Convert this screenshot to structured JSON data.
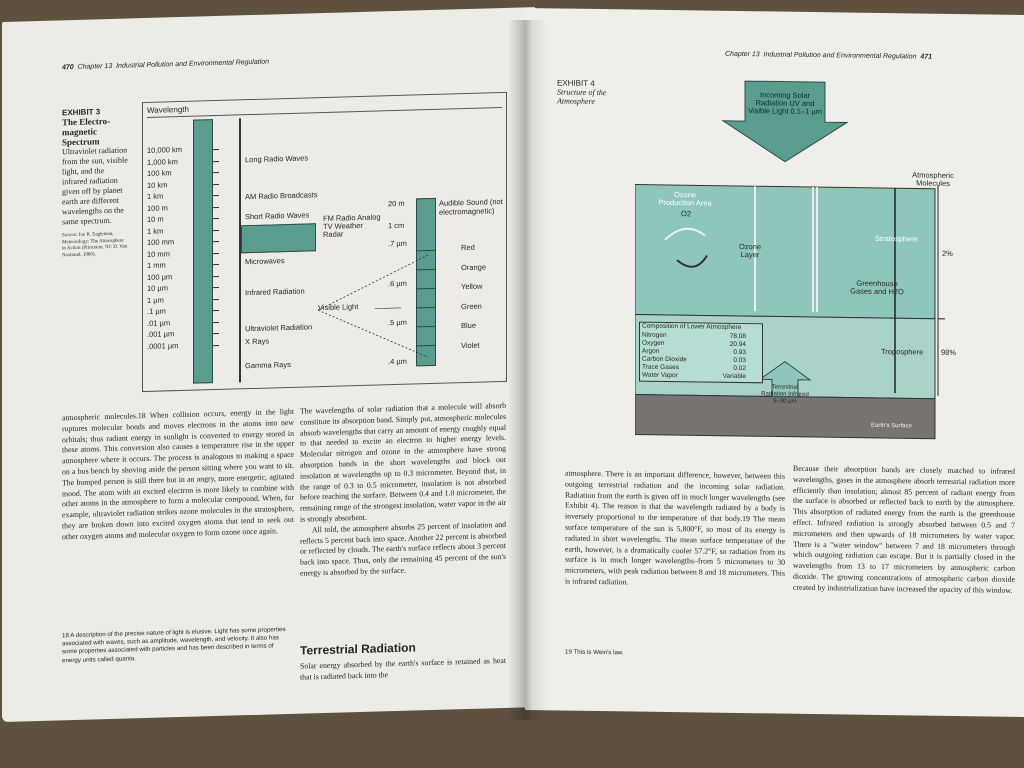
{
  "left": {
    "header": {
      "page": "470",
      "chapter": "Chapter 13",
      "title": "Industrial Pollution and Environmental Regulation"
    },
    "caption": {
      "exhibit": "EXHIBIT 3",
      "title": "The Electro-magnetic Spectrum",
      "text": "Ultraviolet radiation from the sun, visible light, and the infrared radiation given off by planet earth are different wavelengths on the same spectrum.",
      "source": "Source: Joe R. Eagleman, Meteorology: The Atmosphere in Action (Princeton, NJ: D. Van Nostrand, 1980)."
    },
    "spectrum": {
      "heading": "Wavelength",
      "scale": [
        "10,000 km",
        "1,000 km",
        "100 km",
        "10 km",
        "1 km",
        "100 m",
        "10 m",
        "1 km",
        "100 mm",
        "10 mm",
        "1 mm",
        "100 µm",
        "10 µm",
        "1 µm",
        ".1 µm",
        ".01 µm",
        ".001 µm",
        ".0001 µm"
      ],
      "bands": [
        "Long Radio Waves",
        "AM Radio Broadcasts",
        "Short Radio Waves",
        "FM Radio Analog TV Weather Radar",
        "Microwaves",
        "Infrared Radiation",
        "Visible Light",
        "Ultraviolet Radiation",
        "X Rays",
        "Gamma Rays"
      ],
      "sound_scale": [
        "20 m",
        "1 cm",
        ".7 µm",
        ".6 µm",
        ".5 µm",
        ".4 µm"
      ],
      "sound_label": "Audible Sound (not electromagnetic)",
      "colors": [
        "Red",
        "Orange",
        "Yellow",
        "Green",
        "Blue",
        "Violet"
      ]
    },
    "body_col1": "atmospheric molecules.18 When collision occurs, energy in the light ruptures molecular bonds and moves electrons in the atoms into new orbitals; thus radiant energy in sunlight is converted to energy stored in these atoms. This conversion also causes a temperature rise in the upper atmosphere where it occurs. The process is analogous to making a space on a bus bench by shoving aside the person sitting where you want to sit. The bumped person is still there but in an angry, more energetic, agitated mood. The atom with an excited electron is more likely to combine with other atoms in the atmosphere to form a molecular compound. When, for example, ultraviolet radiation strikes ozone molecules in the stratosphere, they are broken down into excited oxygen atoms that tend to seek out other oxygen atoms and molecular oxygen to form ozone once again.",
    "footnote": "18 A description of the precise nature of light is elusive. Light has some properties associated with waves, such as amplitude, wavelength, and velocity. It also has some properties associated with particles and has been described in terms of energy units called quanta.",
    "body_col2": "The wavelengths of solar radiation that a molecule will absorb constitute its absorption band. Simply put, atmospheric molecules absorb wavelengths that carry an amount of energy roughly equal to that needed to excite an electron to higher energy levels. Molecular nitrogen and ozone in the atmosphere have strong absorption bands in the short wavelengths and block out insolation at wavelengths up to 0.3 micrometer. Beyond that, in the range of 0.3 to 0.5 micrometer, insolation is not absorbed before reaching the surface. Between 0.4 and 1.0 micrometer, the remaining range of the strongest insolation, water vapor in the air is strongly absorbent.",
    "body_col2b": "All told, the atmosphere absorbs 25 percent of insolation and reflects 5 percent back into space. Another 22 percent is absorbed or reflected by clouds. The earth's surface reflects about 3 percent back into space. Thus, only the remaining 45 percent of the sun's energy is absorbed by the surface.",
    "section_heading": "Terrestrial Radiation",
    "body_col2c": "Solar energy absorbed by the earth's surface is retained as heat that is radiated back into the"
  },
  "right": {
    "header": {
      "chapter": "Chapter 13",
      "title": "Industrial Pollution and Environmental Regulation",
      "page": "471"
    },
    "caption": {
      "exhibit": "EXHIBIT 4",
      "title": "Structure of the Atmosphere"
    },
    "diagram": {
      "incoming": "Incoming Solar Radiation UV and Visible Light 0.1–1 µm",
      "molecules": "Atmospheric Molecules",
      "ozone_area": "Ozone Production Area",
      "o2": "O2",
      "ozone_layer": "Ozone Layer",
      "stratosphere": "Stratosphere",
      "strat_pct": "2%",
      "greenhouse": "Greenhouse Gases and H2O",
      "troposphere": "Troposphere",
      "trop_pct": "98%",
      "comp_title": "Composition of Lower Atmosphere",
      "composition": [
        {
          "gas": "Nitrogen",
          "val": "78.08"
        },
        {
          "gas": "Oxygen",
          "val": "20.94"
        },
        {
          "gas": "Argon",
          "val": "0.93"
        },
        {
          "gas": "Carbon Dioxide",
          "val": "0.03"
        },
        {
          "gas": "Trace Gases",
          "val": "0.02"
        },
        {
          "gas": "Water Vapor",
          "val": "Variable"
        }
      ],
      "terrestrial": "Terrestrial Radiation Infrared 5–30 µm",
      "surface": "Earth's Surface"
    },
    "body_col1": "atmosphere. There is an important difference, however, between this outgoing terrestrial radiation and the incoming solar radiation. Radiation from the earth is given off in much longer wavelengths (see Exhibit 4). The reason is that the wavelength radiated by a body is inversely proportional to the temperature of that body.19 The mean surface temperature of the sun is 5,800°F, so most of its energy is radiated in short wavelengths. The mean surface temperature of the earth, however, is a dramatically cooler 57.2°F, so radiation from its surface is in much longer wavelengths–from 5 micrometers to 30 micrometers, with peak radiation between 8 and 18 micrometers. This is infrared radiation.",
    "footnote": "19 This is Wein's law.",
    "body_col2": "Because their absorption bands are closely matched to infrared wavelengths, gases in the atmosphere absorb terrestrial radiation more efficiently than insolation; almost 85 percent of radiant energy from the surface is absorbed or reflected back to earth by the atmosphere. This absorption of radiated energy from the earth is the greenhouse effect. Infrared radiation is strongly absorbed between 0.5 and 7 micrometers and then upwards of 18 micrometers by water vapor. There is a \"water window\" between 7 and 18 micrometers through which outgoing radiation can escape. But it is partially closed in the wavelengths from 13 to 17 micrometers by atmospheric carbon dioxide. The growing concentrations of atmospheric carbon dioxide created by industrialization have increased the opacity of this window."
  }
}
